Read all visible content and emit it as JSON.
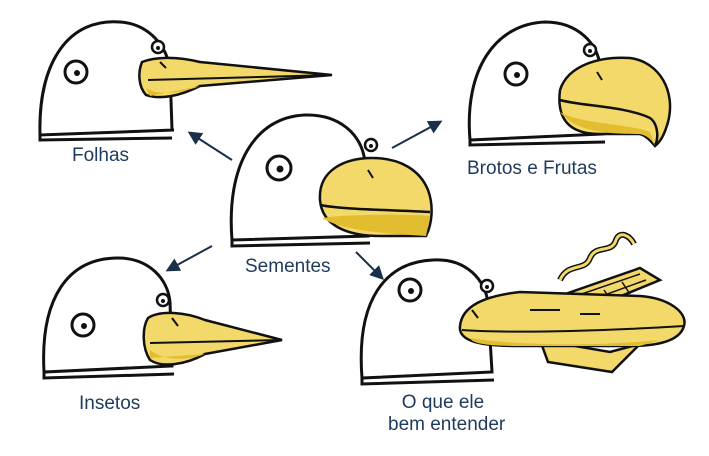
{
  "labels": {
    "leaves": "Folhas",
    "seeds": "Sementes",
    "buds_fruits": "Brotos e Frutas",
    "insects": "Insetos",
    "whatever_line1": "O que ele",
    "whatever_line2": "bem entender"
  },
  "colors": {
    "outline": "#111111",
    "head": "#ffffff",
    "beak": "#f3d86a",
    "beak_shade": "#e2bd2f",
    "arrow": "#1a2f4a",
    "text": "#1f3a5c"
  }
}
